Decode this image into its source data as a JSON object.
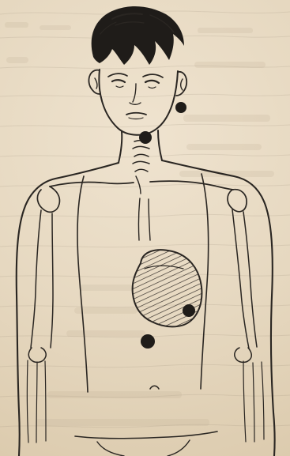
{
  "image": {
    "subject": "anatomical-outline-of-boy-torso",
    "colors": {
      "paper": "#e9dcc6",
      "ink": "#2a2622",
      "hatch": "#3a342f",
      "bleed": "#bfae94"
    },
    "marks": [
      {
        "name": "chin-mark"
      },
      {
        "name": "ear-mark"
      },
      {
        "name": "abdomen-mark"
      },
      {
        "name": "navel-mark"
      }
    ]
  }
}
